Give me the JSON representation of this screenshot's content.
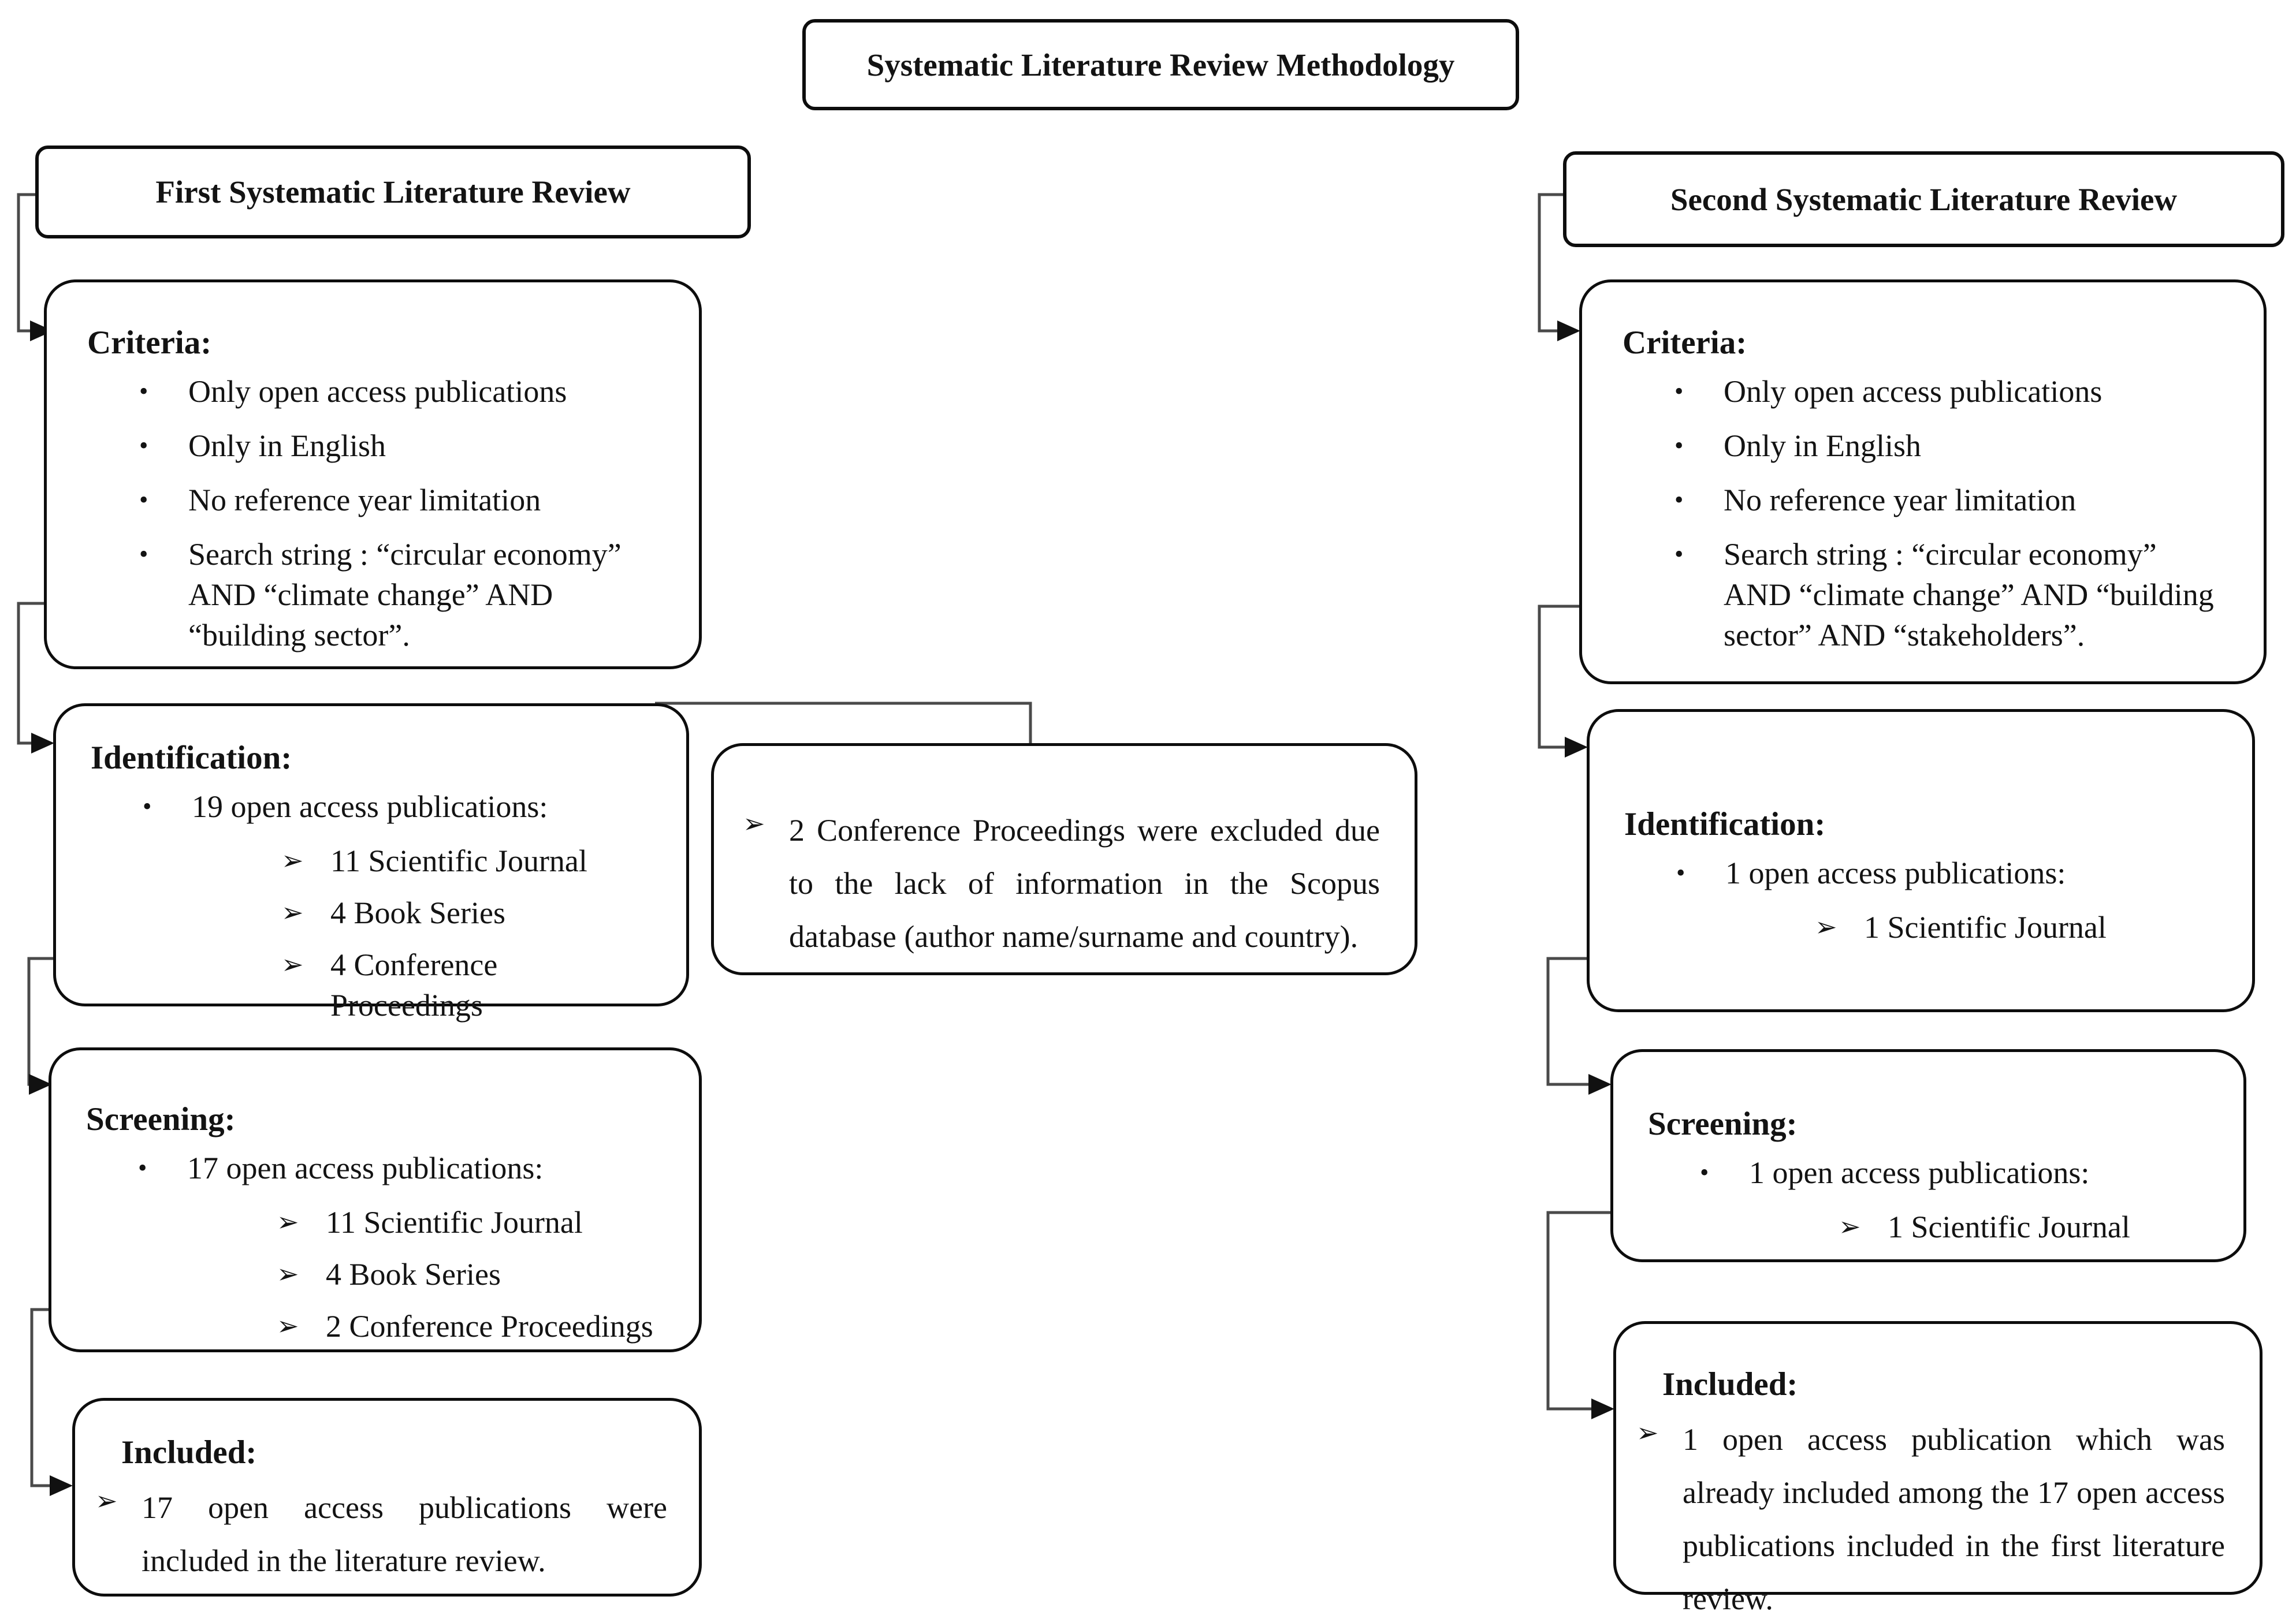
{
  "title": "Systematic Literature Review Methodology",
  "glyphs": {
    "bullet": "•",
    "arrow": "➢"
  },
  "first": {
    "header": "First Systematic Literature Review",
    "criteria_heading": "Criteria:",
    "criteria": [
      "Only open access publications",
      "Only in English",
      "No reference year limitation",
      "Search string : “circular economy” AND “climate change” AND “building sector”."
    ],
    "identification_heading": "Identification:",
    "identification_main": "19 open access publications:",
    "identification_sub": [
      "11 Scientific Journal",
      "4 Book Series",
      "4 Conference Proceedings"
    ],
    "screening_heading": "Screening:",
    "screening_main": "17 open access publications:",
    "screening_sub": [
      "11 Scientific Journal",
      "4 Book Series",
      "2 Conference Proceedings"
    ],
    "included_heading": "Included:",
    "included_text": "17 open access publications were included in the literature review."
  },
  "second": {
    "header": "Second Systematic Literature Review",
    "criteria_heading": "Criteria:",
    "criteria": [
      "Only open access publications",
      "Only in English",
      "No reference year limitation",
      "Search string : “circular economy” AND “climate change” AND “building sector” AND “stakeholders”."
    ],
    "identification_heading": "Identification:",
    "identification_main": "1 open access publications:",
    "identification_sub": [
      "1 Scientific Journal"
    ],
    "screening_heading": "Screening:",
    "screening_main": "1 open access publications:",
    "screening_sub": [
      "1 Scientific Journal"
    ],
    "included_heading": "Included:",
    "included_text": "1 open access publication which was already included among the 17 open access publications included in the first literature review."
  },
  "exclusion": {
    "text": "2 Conference Proceedings were excluded due to the lack of information in the Scopus database (author name/surname and country)."
  },
  "colors": {
    "border": "#0d0d0d",
    "connector": "#4a4a4a",
    "arrowhead": "#111111",
    "background": "#ffffff",
    "text": "#131313"
  }
}
